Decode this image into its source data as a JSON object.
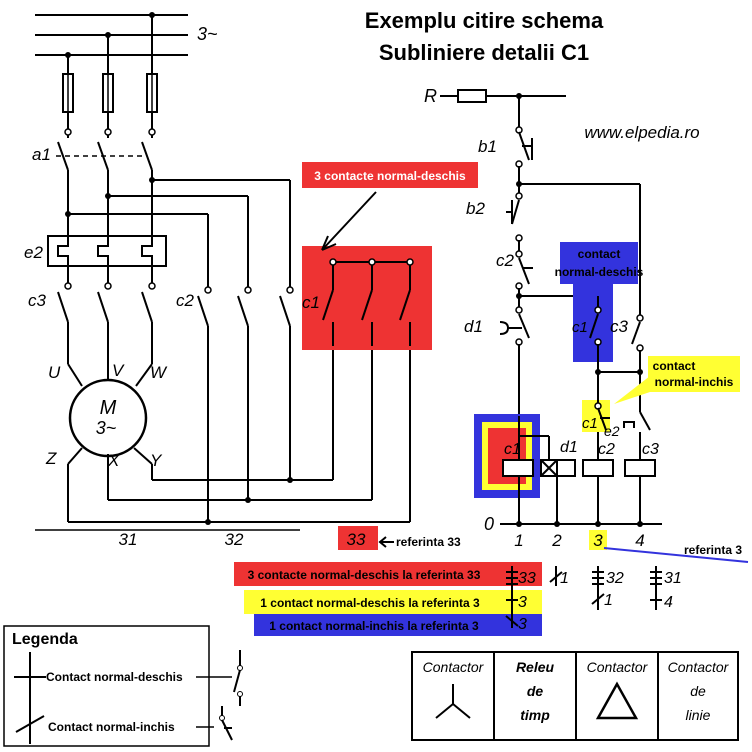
{
  "title": {
    "line1": "Exemplu citire schema",
    "line2": "Subliniere detalii C1"
  },
  "website": "www.elpedia.ro",
  "supply_label": "3~",
  "resistor_label": "R",
  "motor": {
    "name": "M",
    "phase": "3~",
    "terminals": [
      "U",
      "V",
      "W",
      "Z",
      "X",
      "Y"
    ]
  },
  "power_labels": {
    "a1": "a1",
    "e2": "e2",
    "c3": "c3",
    "c2": "c2",
    "c1": "c1"
  },
  "control_labels": {
    "b1": "b1",
    "b2": "b2",
    "c2": "c2",
    "d1": "d1",
    "c1": "c1",
    "c3": "c3",
    "c1b": "c1",
    "e2": "e2"
  },
  "coils": [
    "c1",
    "d1",
    "c2",
    "c3"
  ],
  "zero_label": "0",
  "column_numbers": [
    "1",
    "2",
    "3",
    "4"
  ],
  "bottom_numbers": [
    "31",
    "32",
    "33"
  ],
  "callouts": {
    "red_box": "3 contacte normal-deschis",
    "blue_box_line1": "contact",
    "blue_box_line2": "normal-deschis",
    "yellow_box_line1": "contact",
    "yellow_box_line2": "normal-inchis",
    "ref33": "referinta 33",
    "ref3": "referinta 3"
  },
  "references": {
    "row1": "3 contacte normal-deschis la referinta 33",
    "row2": "1 contact normal-deschis la referinta 3",
    "row3": "1 contact normal-inchis la referinta 3",
    "col1": [
      "33",
      "3",
      "3"
    ],
    "col2": [
      "1"
    ],
    "col3": [
      "32",
      "1"
    ],
    "col4": [
      "31",
      "4"
    ]
  },
  "legend": {
    "title": "Legenda",
    "no": "Contact normal-deschis",
    "nc": "Contact normal-inchis"
  },
  "table": [
    "Contactor",
    "Releu de timp",
    "Contactor",
    "Contactor de linie"
  ],
  "colors": {
    "red": "#ee3333",
    "blue": "#3333dd",
    "yellow": "#ffff33"
  }
}
